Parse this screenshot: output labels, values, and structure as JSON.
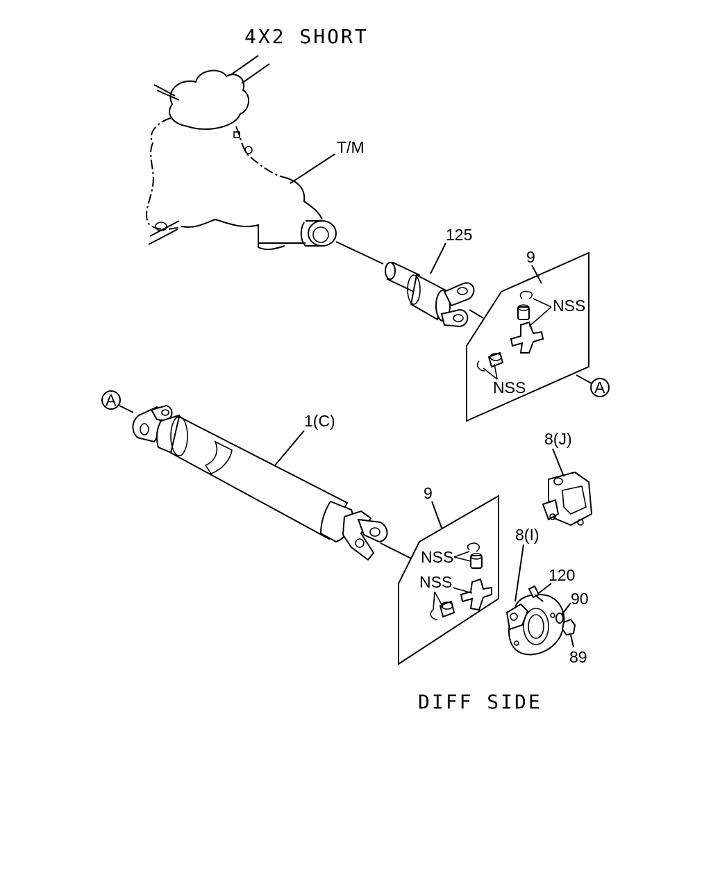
{
  "diagram": {
    "title": "4X2 SHORT",
    "footer": "DIFF SIDE",
    "labels": {
      "tm": "T/M",
      "p125": "125",
      "p9_top": "9",
      "nss_top_a": "NSS",
      "nss_top_b": "NSS",
      "ref_a_right": "A",
      "ref_a_left": "A",
      "p1c": "1(C)",
      "p8j": "8(J)",
      "p9_bottom": "9",
      "nss_bot_a": "NSS",
      "nss_bot_b": "NSS",
      "p8i": "8(I)",
      "p120": "120",
      "p90": "90",
      "p89": "89"
    }
  }
}
